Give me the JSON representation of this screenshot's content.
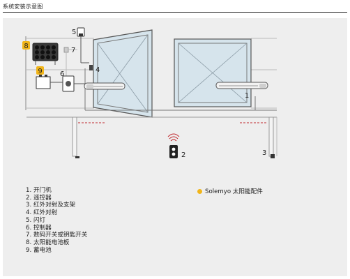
{
  "title": "系统安装示意图",
  "callouts": {
    "opener_right": "1",
    "remote": "2",
    "photocell_post_right": "3",
    "photocell_left": "4",
    "flashing_light": "5",
    "control_box": "6",
    "keypad": "7",
    "solar_panel": "8",
    "battery": "9"
  },
  "legend": [
    {
      "number": "1",
      "label": "开门机"
    },
    {
      "number": "2",
      "label": "遥控器"
    },
    {
      "number": "3",
      "label": "红外对射及支架"
    },
    {
      "number": "4",
      "label": "红外对射"
    },
    {
      "number": "5",
      "label": "闪灯"
    },
    {
      "number": "6",
      "label": "控制器"
    },
    {
      "number": "7",
      "label": "数码开关或钥匙开关"
    },
    {
      "number": "8",
      "label": "太阳能电池板"
    },
    {
      "number": "9",
      "label": "蓄电池"
    }
  ],
  "accessory_note": "Solemyo 太阳能配件",
  "colors": {
    "accent": "#f1b51a",
    "panel_bg": "#eeeeee",
    "gate_fill": "#d6e4ec",
    "line": "#555555",
    "beam": "#c0282d"
  }
}
